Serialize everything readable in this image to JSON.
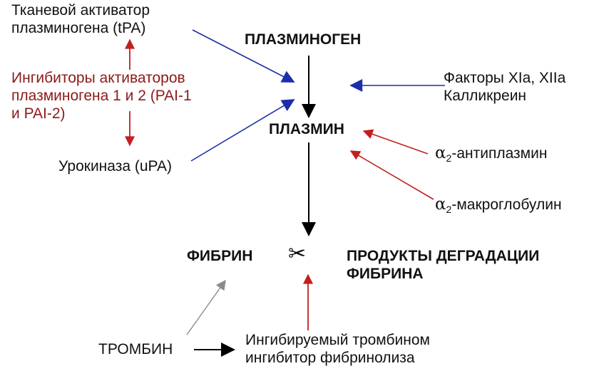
{
  "labels": {
    "tpa_line1": "Тканевой активатор",
    "tpa_line2": "плазминогена (tPA)",
    "pai_line1": "Ингибиторы активаторов",
    "pai_line2": "плазминогена 1 и 2 (PAI-1",
    "pai_line3": "и PAI-2)",
    "urokinase": "Урокиназа (uPA)",
    "plasminogen": "ПЛАЗМИНОГЕН",
    "plasmin": "ПЛАЗМИН",
    "factors_line1": "Факторы XIa, XIIa",
    "factors_line2": "Калликреин",
    "antiplasmin_alpha": "α",
    "antiplasmin_sub": "2",
    "antiplasmin_text": "-антиплазмин",
    "macroglobulin_alpha": "α",
    "macroglobulin_sub": "2",
    "macroglobulin_text": "-макроглобулин",
    "fibrin": "ФИБРИН",
    "products_line1": "ПРОДУКТЫ ДЕГРАДАЦИИ",
    "products_line2": "ФИБРИНА",
    "thrombin": "ТРОМБИН",
    "tafi_line1": "Ингибируемый тромбином",
    "tafi_line2": "ингибитор фибринолиза",
    "scissors_glyph": "✂"
  },
  "colors": {
    "activation_arrow": "#1c2fa8",
    "inhibition_arrow": "#c41e1e",
    "inhibitor_text": "#8b1a1a",
    "main_arrow": "#000000",
    "thrombin_arrow": "#8a8a8a"
  },
  "icons": {
    "cleavage": "scissors-icon"
  }
}
